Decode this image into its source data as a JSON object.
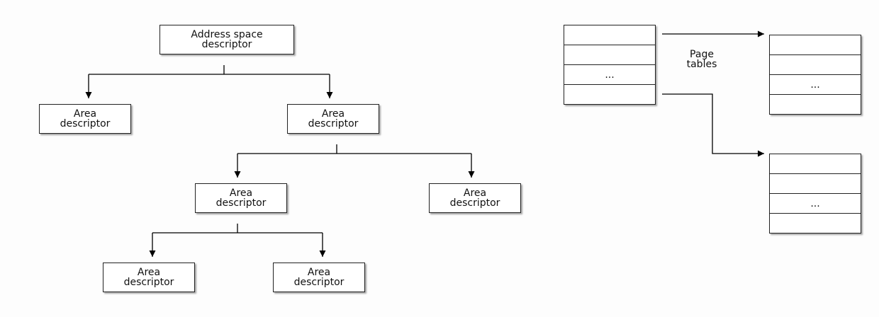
{
  "tree": {
    "root": {
      "line1": "Address space",
      "line2": "descriptor"
    },
    "area": {
      "line1": "Area",
      "line2": "descriptor"
    }
  },
  "tables": {
    "cell_ellipsis": "...",
    "label_line1": "Page",
    "label_line2": "tables"
  }
}
